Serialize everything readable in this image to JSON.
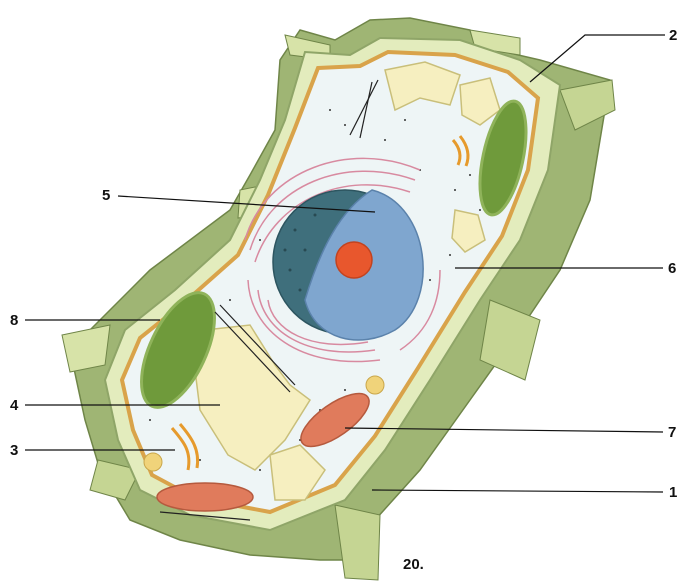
{
  "figure": {
    "caption": "20.",
    "labels": [
      {
        "id": "1",
        "text": "1"
      },
      {
        "id": "2",
        "text": "2"
      },
      {
        "id": "3",
        "text": "3"
      },
      {
        "id": "4",
        "text": "4"
      },
      {
        "id": "5",
        "text": "5"
      },
      {
        "id": "6",
        "text": "6"
      },
      {
        "id": "7",
        "text": "7"
      },
      {
        "id": "8",
        "text": "8"
      }
    ]
  },
  "colors": {
    "wall_outer": "#b7c98c",
    "wall_top": "#e3ecbd",
    "wall_side": "#8fa568",
    "membrane": "#d9a34a",
    "cytoplasm": "#eef5f6",
    "vacuole": "#f6efc0",
    "chloroplast": "#6f9a3b",
    "nucleus": "#7fa6cf",
    "nucleus_dark": "#3f6f7c",
    "nucleolus": "#e8572d",
    "mitochondria": "#e07b5c",
    "golgi": "#e69a2c",
    "er": "#d88aa0"
  }
}
